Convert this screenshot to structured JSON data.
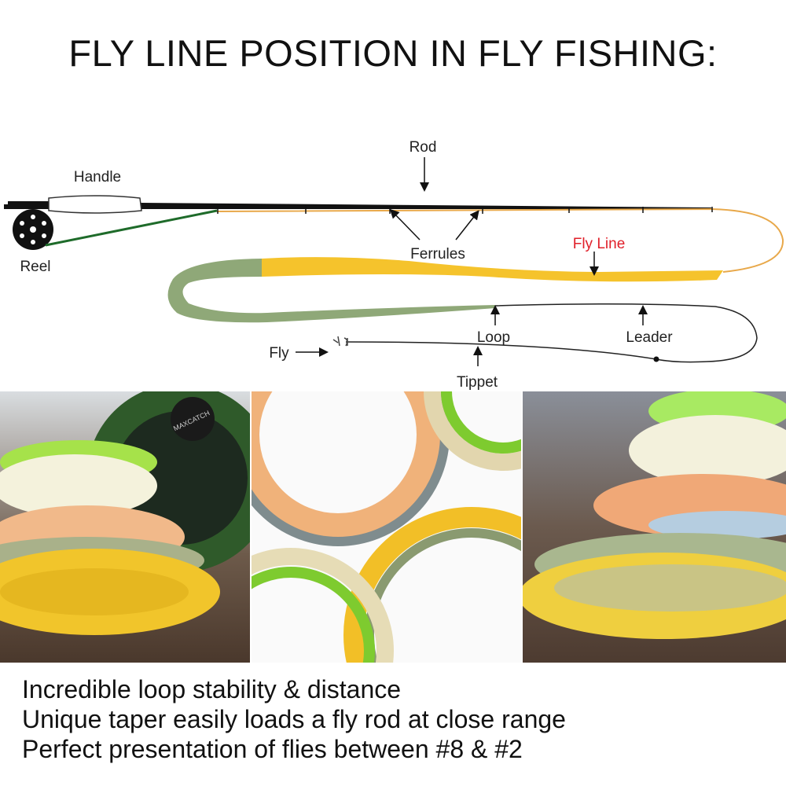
{
  "title": "FLY LINE POSITION IN FLY FISHING:",
  "diagram": {
    "labels": {
      "rod": "Rod",
      "handle": "Handle",
      "reel": "Reel",
      "ferrules": "Ferrules",
      "fly_line": "Fly Line",
      "loop": "Loop",
      "leader": "Leader",
      "fly": "Fly",
      "tippet": "Tippet"
    },
    "colors": {
      "fly_line_label": "#e0202a",
      "line_yellow": "#f5c32c",
      "line_green": "#8fa878",
      "running_line": "#e8a84a"
    }
  },
  "photos": {
    "reel_brand": "MAXCATCH"
  },
  "features": [
    "Incredible loop stability & distance",
    "Unique taper easily loads a fly rod at close range",
    "Perfect presentation of flies between #8 & #2"
  ]
}
